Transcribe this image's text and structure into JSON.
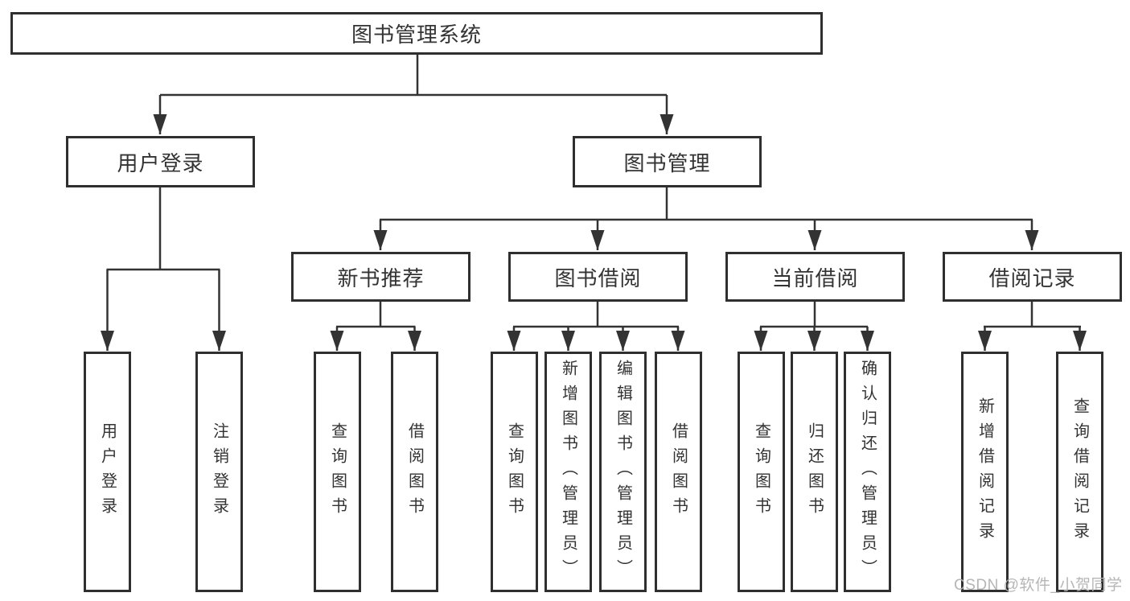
{
  "diagram": {
    "title": "图书管理系统",
    "root": {
      "label": "图书管理系统"
    },
    "level2": [
      {
        "label": "用户登录"
      },
      {
        "label": "图书管理"
      }
    ],
    "level3": [
      {
        "label": "新书推荐"
      },
      {
        "label": "图书借阅"
      },
      {
        "label": "当前借阅"
      },
      {
        "label": "借阅记录"
      }
    ],
    "leaves": [
      {
        "label": "用户登录",
        "parent": "用户登录"
      },
      {
        "label": "注销登录",
        "parent": "用户登录"
      },
      {
        "label": "查询图书",
        "parent": "新书推荐"
      },
      {
        "label": "借阅图书",
        "parent": "新书推荐"
      },
      {
        "label": "查询图书",
        "parent": "图书借阅"
      },
      {
        "label": "新增图书（管理员）",
        "parent": "图书借阅"
      },
      {
        "label": "编辑图书（管理员）",
        "parent": "图书借阅"
      },
      {
        "label": "借阅图书",
        "parent": "图书借阅"
      },
      {
        "label": "查询图书",
        "parent": "当前借阅"
      },
      {
        "label": "归还图书",
        "parent": "当前借阅"
      },
      {
        "label": "确认归还（管理员）",
        "parent": "当前借阅"
      },
      {
        "label": "新增借阅记录",
        "parent": "借阅记录"
      },
      {
        "label": "查询借阅记录",
        "parent": "借阅记录"
      }
    ]
  },
  "watermark": {
    "text": "CSDN @软件_小贺同学"
  },
  "colors": {
    "line": "#333333",
    "box_border": "#2f2f2f",
    "box_fill": "#ffffff",
    "text": "#333333",
    "watermark": "#b2b2b2",
    "background": "#ffffff"
  }
}
